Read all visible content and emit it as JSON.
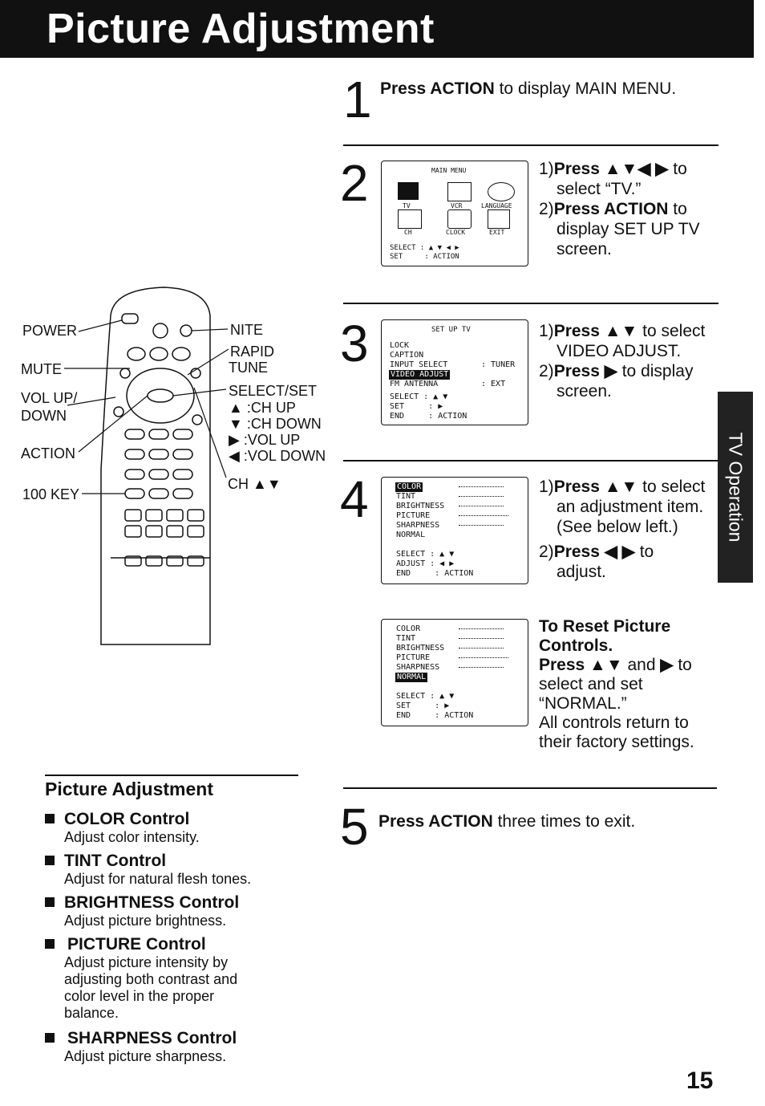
{
  "title": "Picture Adjustment",
  "side_tab": "TV Operation",
  "page_number": "15",
  "steps": {
    "s1": {
      "num": "1",
      "bold": "Press ACTION",
      "rest": " to display MAIN MENU."
    },
    "s2": {
      "num": "2",
      "l1a": "1)",
      "l1b": "Press ▲▼◀ ▶",
      "l1c": " to",
      "l1d": "select “TV.”",
      "l2a": "2)",
      "l2b": "Press ACTION",
      "l2c": " to",
      "l2d": "display SET UP TV",
      "l2e": "screen."
    },
    "s3": {
      "num": "3",
      "l1a": "1)",
      "l1b": "Press ▲▼",
      "l1c": " to select",
      "l1d": "VIDEO ADJUST.",
      "l2a": "2)",
      "l2b": "Press ▶",
      "l2c": " to display",
      "l2d": "screen."
    },
    "s4": {
      "num": "4",
      "l1a": "1)",
      "l1b": "Press ▲▼",
      "l1c": " to select",
      "l1d": "an adjustment item.",
      "l1e": "(See below left.)",
      "l2a": "2)",
      "l2b": "Press ◀ ▶",
      "l2c": " to",
      "l2d": "adjust."
    },
    "reset": {
      "h1": "To Reset Picture",
      "h2": "Controls.",
      "p1b": "Press ▲▼",
      "p1c": " and ",
      "p1d": "▶",
      "p1e": " to",
      "p2": "select and set",
      "p3": "“NORMAL.”",
      "p4": "All controls return to",
      "p5": "their factory settings."
    },
    "s5": {
      "num": "5",
      "bold": "Press ACTION",
      "rest": " three times to exit."
    }
  },
  "main_menu": {
    "title": "MAIN MENU",
    "icons": [
      "TV",
      "VCR",
      "LANGUAGE",
      "CH",
      "CLOCK",
      "EXIT"
    ],
    "sel": "SELECT : ▲ ▼ ◀ ▶",
    "set": "SET     : ACTION"
  },
  "setup_menu": {
    "title": "SET UP TV",
    "items": [
      "LOCK",
      "CAPTION"
    ],
    "input_select": "INPUT SELECT",
    "input_val": ": TUNER",
    "video_adjust": "VIDEO ADJUST",
    "fm": "FM ANTENNA",
    "fm_val": ": EXT",
    "sel": "SELECT : ▲ ▼",
    "set": "SET     : ▶",
    "end": "END     : ACTION"
  },
  "adjust_menu": {
    "items": [
      "COLOR",
      "TINT",
      "BRIGHTNESS",
      "PICTURE",
      "SHARPNESS",
      "NORMAL"
    ],
    "sel": "SELECT : ▲ ▼",
    "adj": "ADJUST : ◀ ▶",
    "end": "END     : ACTION"
  },
  "reset_menu": {
    "items": [
      "COLOR",
      "TINT",
      "BRIGHTNESS",
      "PICTURE",
      "SHARPNESS",
      "NORMAL"
    ],
    "sel": "SELECT : ▲ ▼",
    "set": "SET     : ▶",
    "end": "END     : ACTION"
  },
  "remote": {
    "left": [
      "POWER",
      "MUTE",
      "VOL UP/",
      "DOWN",
      "ACTION",
      "100 KEY"
    ],
    "right": [
      "NITE",
      "RAPID",
      "TUNE",
      "SELECT/SET",
      "▲ :CH UP",
      "▼ :CH DOWN",
      "▶ :VOL UP",
      "◀ :VOL DOWN",
      "CH ▲▼"
    ]
  },
  "pic_adjust": {
    "heading": "Picture Adjustment",
    "items": [
      {
        "name": "COLOR Control",
        "desc": [
          "Adjust color intensity."
        ]
      },
      {
        "name": "TINT Control",
        "desc": [
          "Adjust for natural flesh tones."
        ]
      },
      {
        "name": "BRIGHTNESS Control",
        "desc": [
          "Adjust picture brightness."
        ]
      },
      {
        "name": "PICTURE Control",
        "desc": [
          "Adjust picture intensity by",
          "adjusting both contrast and",
          "color level in the proper",
          "balance."
        ]
      },
      {
        "name": "SHARPNESS Control",
        "desc": [
          "Adjust picture sharpness."
        ]
      }
    ]
  }
}
